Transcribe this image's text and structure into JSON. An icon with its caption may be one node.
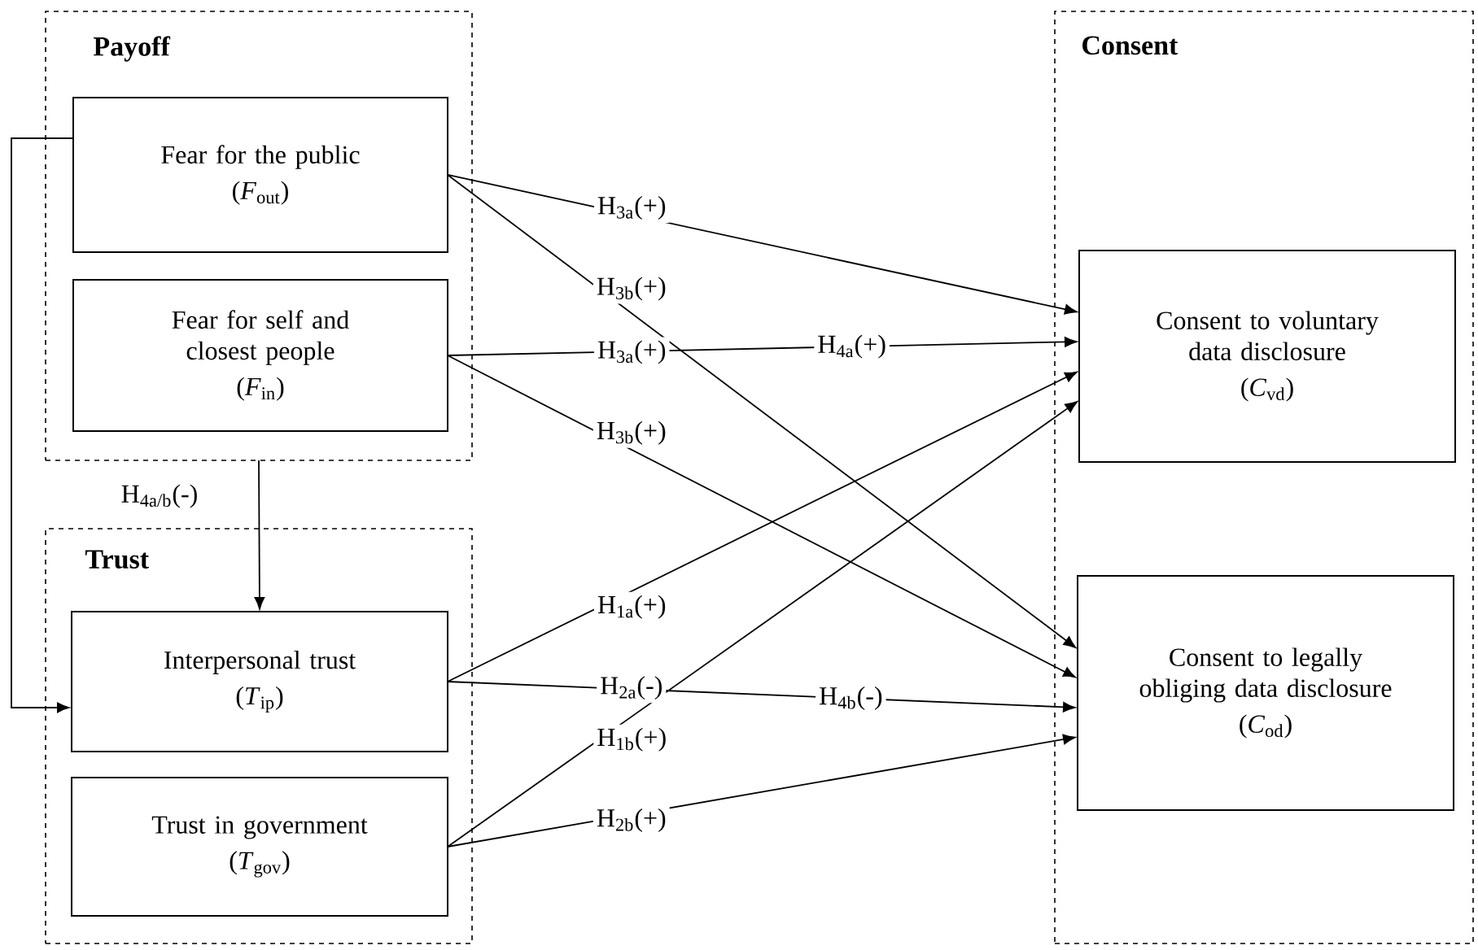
{
  "diagram": {
    "nodes": [
      {
        "text": [
          "Payoff"
        ]
      },
      {
        "text": [
          "Fear for the public",
          "(*F*$_{out}$)"
        ],
        "in": 0
      },
      {
        "text": [
          "Fear for self and closest people",
          "(*F*$_{in}$)"
        ],
        "in": 0
      },
      {
        "text": [
          "Trust"
        ]
      },
      {
        "text": [
          "Interpersonal trust",
          "(*T*$_{ip}$)"
        ],
        "in": 3
      },
      {
        "text": [
          "Trust in government",
          "(*T*$_{gov}$)"
        ],
        "in": 3
      },
      {
        "text": [
          "Consent"
        ]
      },
      {
        "text": [
          "Consent to voluntary data disclosure",
          "(*C*$_{vd}$)"
        ],
        "in": 6
      },
      {
        "text": [
          "Consent to legally obliging data disclosure",
          "(*C*$_{od}$)"
        ],
        "in": 6
      }
    ],
    "edges": [
      {
        "from": 1,
        "to": 7,
        "arrow": "to",
        "label": "H$_{3a}$(+)"
      },
      {
        "from": 1,
        "to": 8,
        "arrow": "to",
        "label": "H$_{3b}$(+)"
      },
      {
        "from": 2,
        "to": 7,
        "arrow": "to",
        "label": "H$_{3a}$(+)"
      },
      {
        "from": 2,
        "to": 8,
        "arrow": "to",
        "label": "H$_{3b}$(+)"
      },
      {
        "from": 4,
        "to": 7,
        "arrow": "to",
        "label": "H$_{1a}$(+)"
      },
      {
        "from": 4,
        "to": 8,
        "arrow": "to",
        "label": "H$_{2a}$(-)"
      },
      {
        "from": 5,
        "to": 7,
        "arrow": "to",
        "label": "H$_{1b}$(+)"
      },
      {
        "from": 5,
        "to": 8,
        "arrow": "to",
        "label": "H$_{2b}$(+)"
      },
      {
        "from": 0,
        "to": 4,
        "arrow": "to",
        "label": "H$_{4a/b}$(-)"
      },
      {
        "from": 1,
        "to": 4,
        "arrow": "to"
      }
    ],
    "labels": [
      "H$_{4a}$(+)",
      "H$_{4b}$(-)"
    ]
  }
}
